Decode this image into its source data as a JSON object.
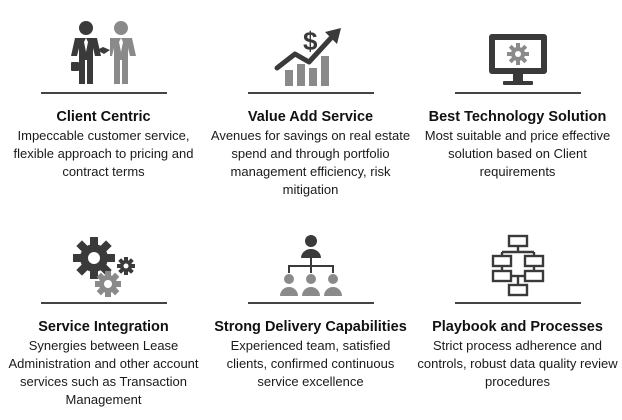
{
  "colors": {
    "icon_dark": "#3a3a3a",
    "icon_light": "#8a8a8a",
    "divider": "#444444"
  },
  "items": [
    {
      "icon": "handshake-businessmen-icon",
      "title": "Client Centric",
      "desc": "Impeccable customer service, flexible approach to pricing and contract terms"
    },
    {
      "icon": "rising-chart-dollar-icon",
      "title": "Value Add Service",
      "desc": "Avenues for savings on real estate spend and through portfolio management efficiency, risk mitigation"
    },
    {
      "icon": "monitor-gear-icon",
      "title": "Best Technology Solution",
      "desc": "Most suitable and price effective solution based on Client requirements"
    },
    {
      "icon": "gears-icon",
      "title": "Service Integration",
      "desc": "Synergies between Lease Administration and other account services such as Transaction Management"
    },
    {
      "icon": "team-hierarchy-icon",
      "title": "Strong Delivery Capabilities",
      "desc": "Experienced team, satisfied clients, confirmed continuous service excellence"
    },
    {
      "icon": "flowchart-icon",
      "title": "Playbook and Processes",
      "desc": "Strict process adherence and controls, robust data quality review procedures"
    }
  ]
}
